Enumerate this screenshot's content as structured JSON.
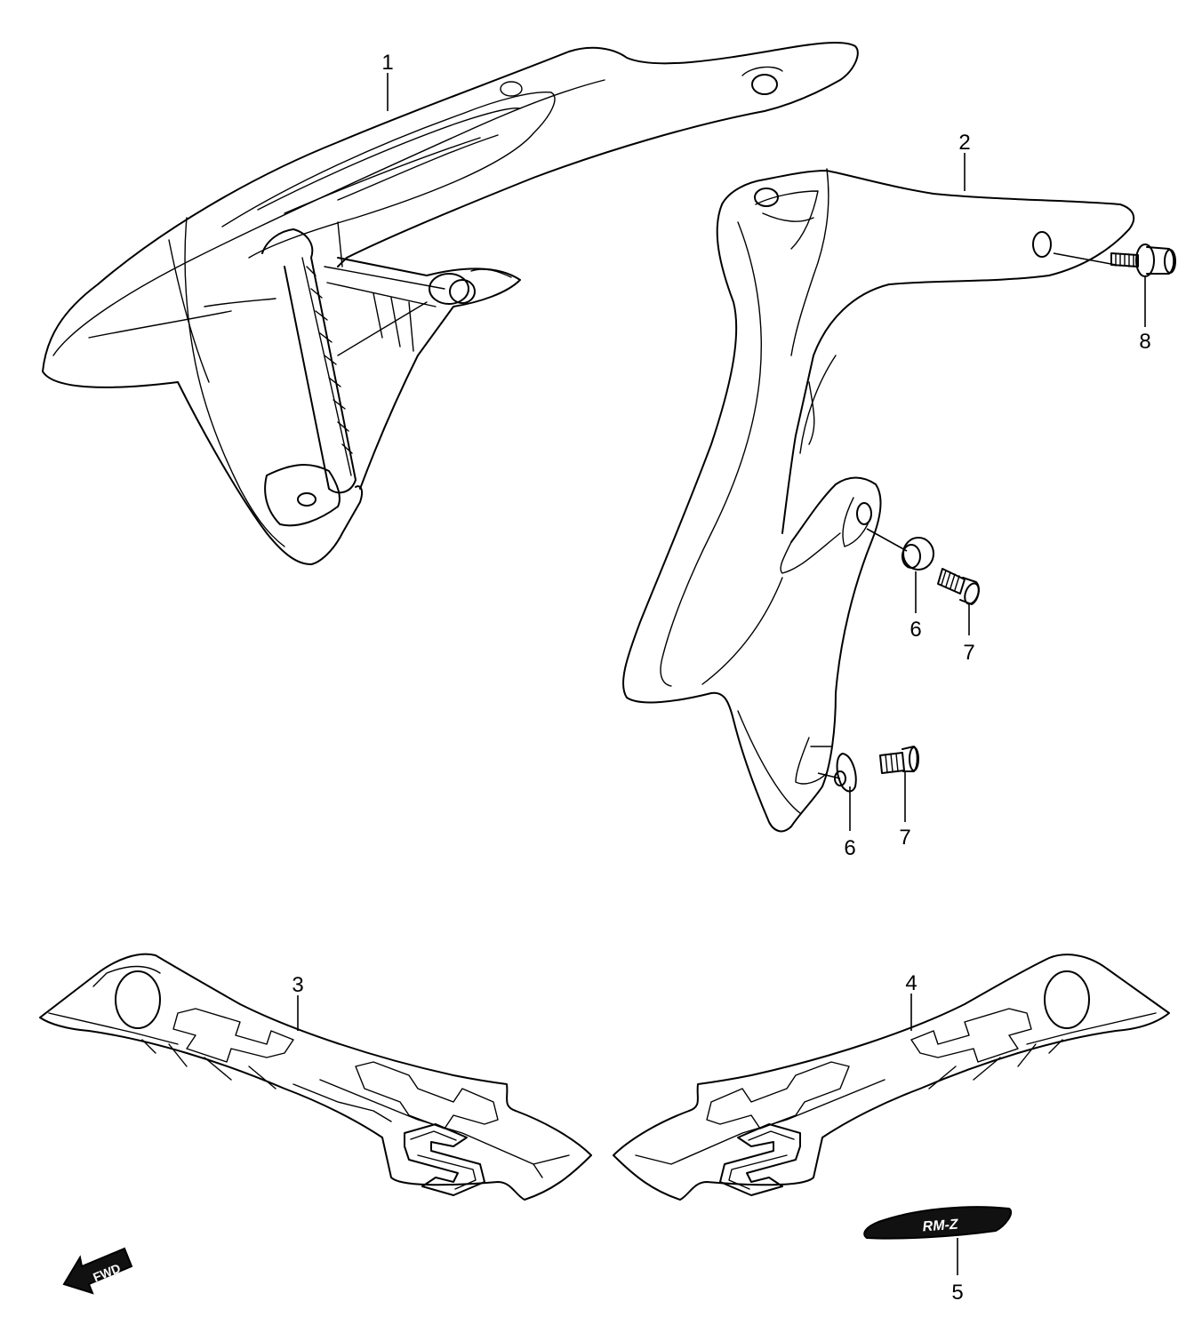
{
  "callouts": {
    "c1": "1",
    "c2": "2",
    "c3": "3",
    "c4": "4",
    "c5": "5",
    "c6a": "6",
    "c6b": "6",
    "c7a": "7",
    "c7b": "7",
    "c8": "8"
  },
  "emblem_text": "RM-Z",
  "direction_text": "FWD"
}
